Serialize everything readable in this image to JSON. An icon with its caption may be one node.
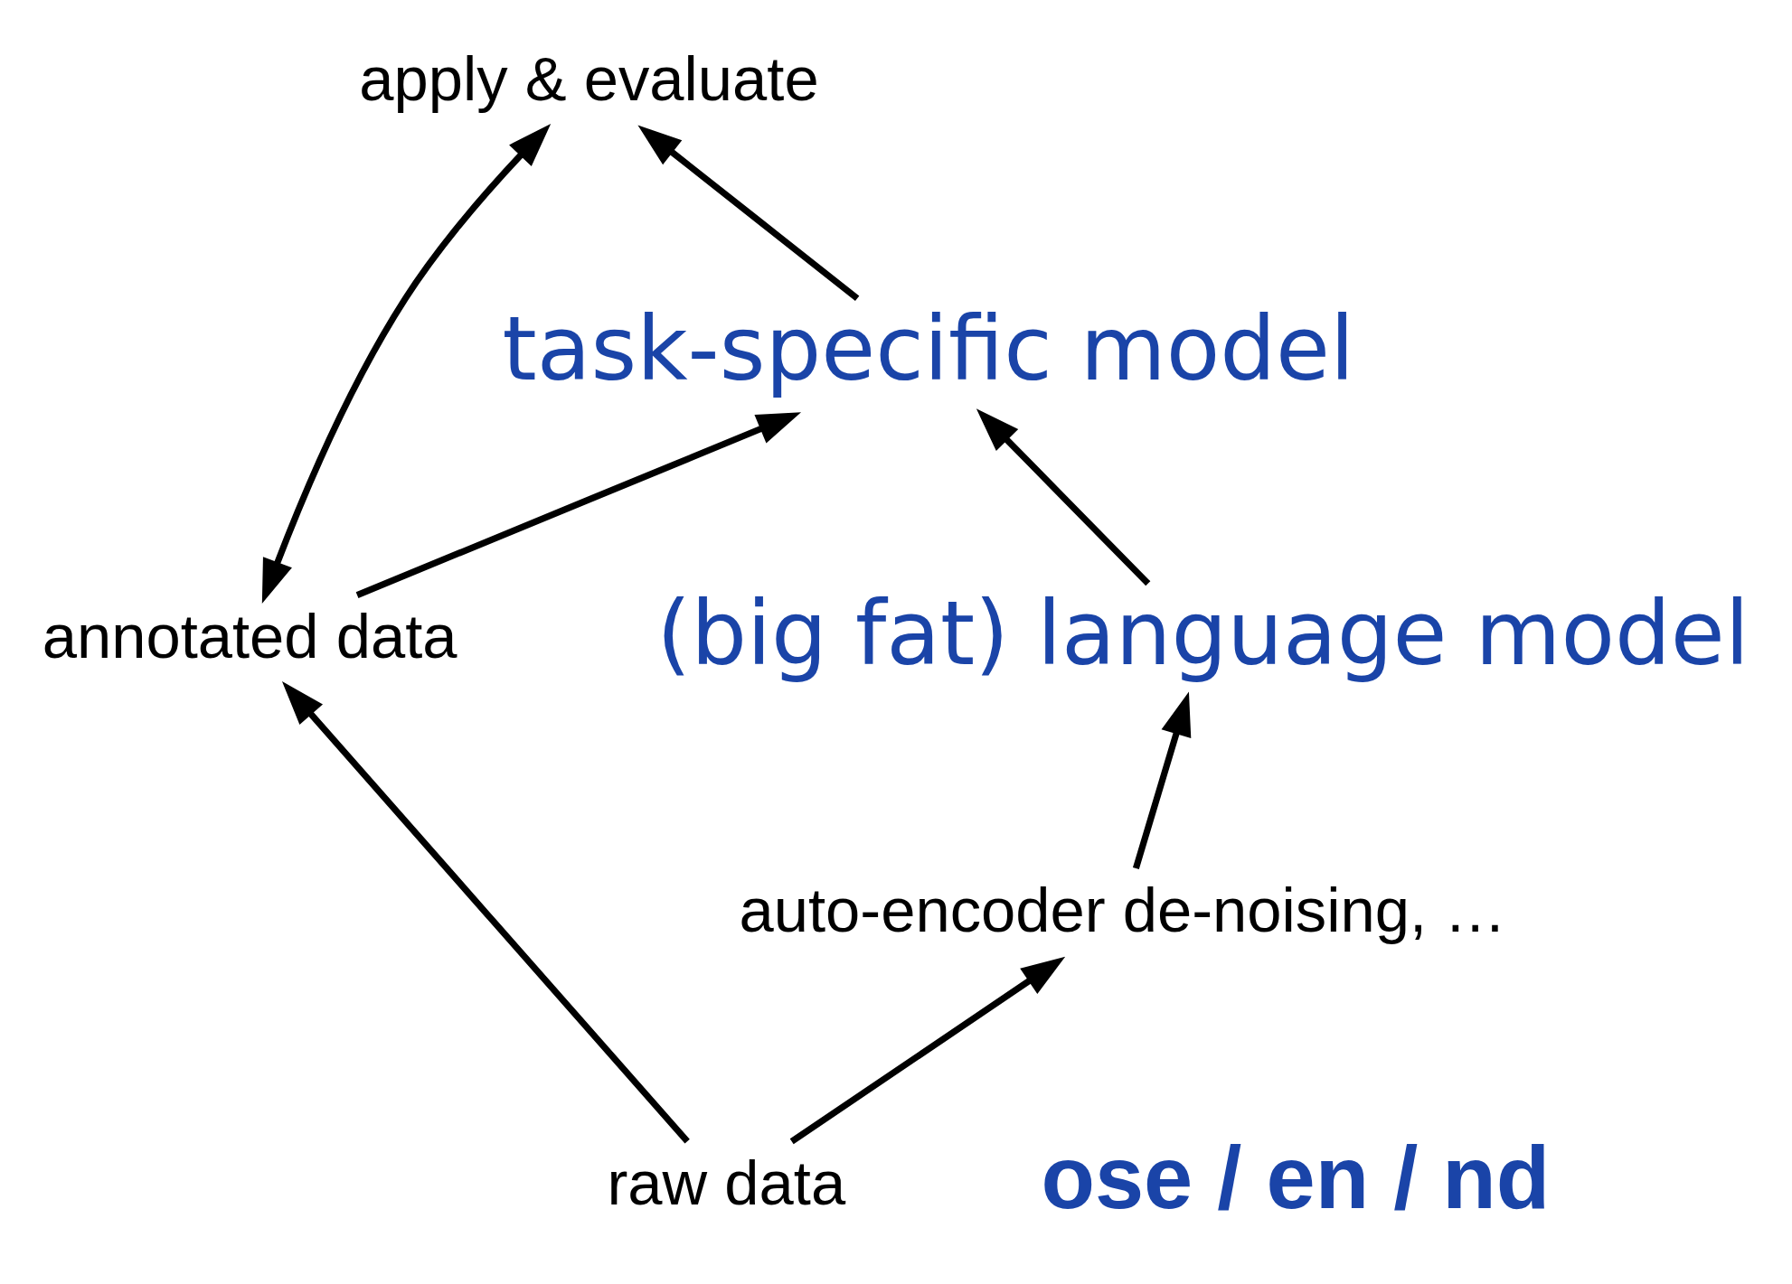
{
  "diagram": {
    "nodes": [
      {
        "text": [
          "apply & evaluate"
        ]
      },
      {
        "text": [
          "task-specific model"
        ]
      },
      {
        "text": [
          "(big fat) language model"
        ]
      },
      {
        "text": [
          "annotated data"
        ]
      },
      {
        "text": [
          "auto-encoder de-noising, …"
        ]
      },
      {
        "text": [
          "raw data"
        ]
      }
    ],
    "edges": [
      {
        "from": 5,
        "to": 3,
        "arrow": "to"
      },
      {
        "from": 5,
        "to": 4,
        "arrow": "to"
      },
      {
        "from": 4,
        "to": 2,
        "arrow": "to"
      },
      {
        "from": 2,
        "to": 1,
        "arrow": "to"
      },
      {
        "from": 1,
        "to": 0,
        "arrow": "to"
      },
      {
        "from": 3,
        "to": 1,
        "arrow": "to"
      },
      {
        "from": 3,
        "to": 0,
        "arrow": "both"
      }
    ],
    "labels": [
      "ose / en / nd"
    ]
  }
}
